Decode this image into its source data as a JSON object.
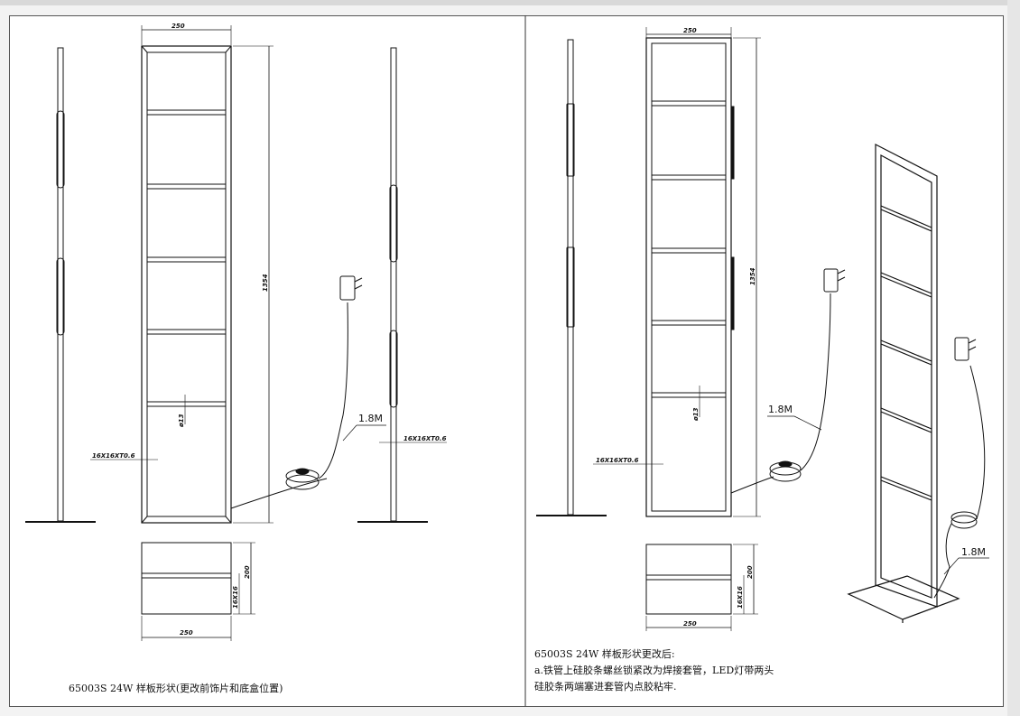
{
  "left_panel": {
    "dim_width_top": "250",
    "dim_height": "1354",
    "dim_gap": "ø13",
    "dim_tube_front": "16X16XT0.6",
    "dim_tube_side": "16X16XT0.6",
    "cable_length": "1.8M",
    "base_width": "250",
    "base_depth": "200",
    "base_tube": "16X16",
    "caption": "65003S 24W 样板形状(更改前饰片和底盒位置)"
  },
  "right_panel": {
    "dim_width_top": "250",
    "dim_height": "1354",
    "dim_gap": "ø13",
    "dim_tube_front": "16X16XT0.6",
    "cable_length": "1.8M",
    "cable_length_3d": "1.8M",
    "base_width": "250",
    "base_depth": "200",
    "base_tube": "16X16",
    "caption_lines": [
      "65003S 24W 样板形状更改后:",
      "a.铁管上硅胶条螺丝锁紧改为焊接套管，LED灯带两头",
      "硅胶条两端塞进套管内点胶粘牢."
    ]
  },
  "colors": {
    "line": "#111111",
    "sheet": "#ffffff",
    "border": "#555555"
  }
}
